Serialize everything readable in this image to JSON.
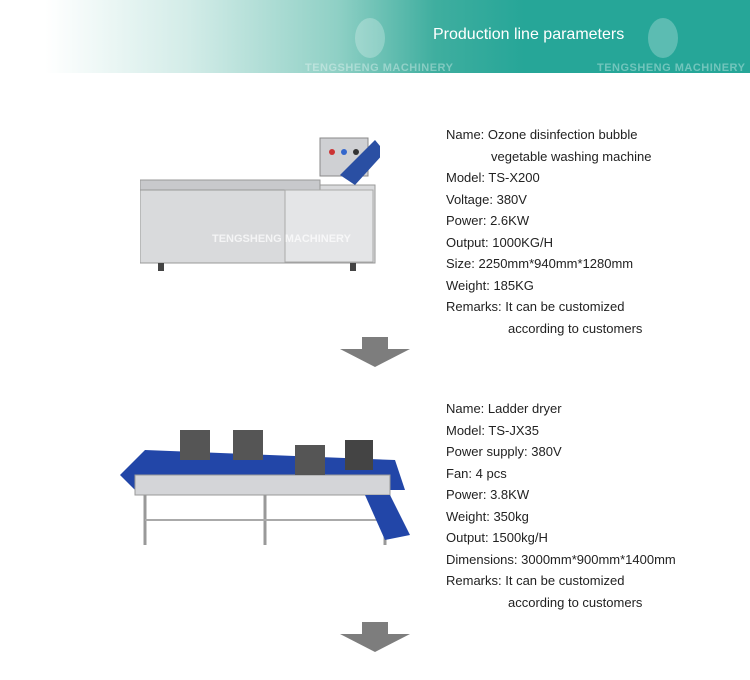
{
  "header": {
    "title": "Production line parameters",
    "watermark": "TENGSHENG MACHINERY"
  },
  "machines": [
    {
      "image_watermark": "TENGSHENG MACHINERY",
      "lines": [
        "Name: Ozone disinfection bubble",
        "vegetable washing machine",
        "Model: TS-X200",
        "Voltage: 380V",
        "Power: 2.6KW",
        "Output: 1000KG/H",
        "Size: 2250mm*940mm*1280mm",
        "Weight: 185KG",
        "Remarks: It can be customized",
        "according to customers"
      ]
    },
    {
      "lines": [
        "Name: Ladder dryer",
        "Model: TS-JX35",
        "Power supply: 380V",
        "Fan: 4 pcs",
        "Power: 3.8KW",
        "Weight: 350kg",
        "Output: 1500kg/H",
        "Dimensions: 3000mm*900mm*1400mm",
        "Remarks: It can be customized",
        "according to customers"
      ]
    }
  ]
}
